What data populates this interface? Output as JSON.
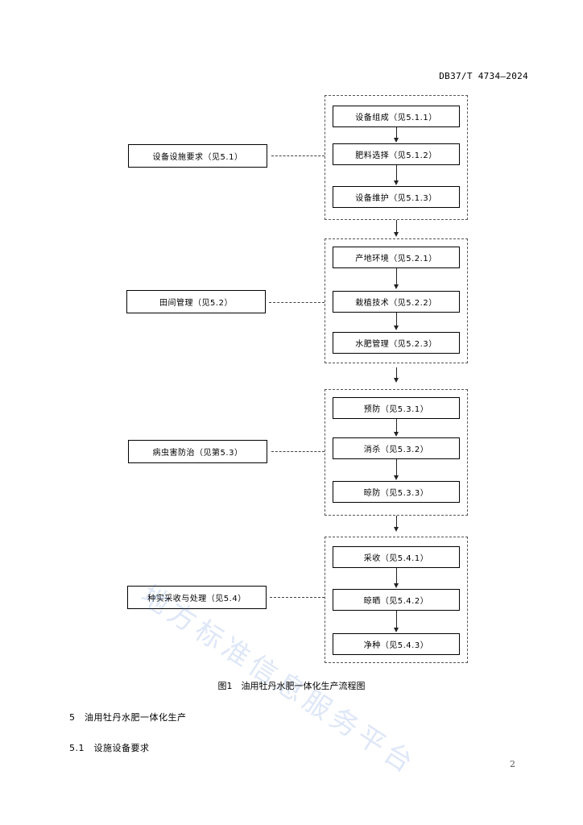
{
  "header": {
    "standard_code": "DB37/T 4734—2024"
  },
  "flowchart": {
    "groups": [
      {
        "label": "设备设施要求（见5.1）",
        "steps": [
          "设备组成（见5.1.1）",
          "肥料选择（见5.1.2）",
          "设备维护（见5.1.3）"
        ]
      },
      {
        "label": "田间管理（见5.2）",
        "steps": [
          "产地环境（见5.2.1）",
          "栽植技术（见5.2.2）",
          "水肥管理（见5.2.3）"
        ]
      },
      {
        "label": "病虫害防治（见第5.3）",
        "steps": [
          "预防（见5.3.1）",
          "消杀（见5.3.2）",
          "晾防（见5.3.3）"
        ]
      },
      {
        "label": "种实采收与处理（见5.4）",
        "steps": [
          "采收（见5.4.1）",
          "晾晒（见5.4.2）",
          "净种（见5.4.3）"
        ]
      }
    ]
  },
  "caption": "图1　油用牡丹水肥一体化生产流程图",
  "sections": [
    {
      "text": "5　油用牡丹水肥一体化生产"
    },
    {
      "text": "5.1　设施设备要求"
    }
  ],
  "page_number": "2",
  "watermark": "地方标准信息服务平台"
}
